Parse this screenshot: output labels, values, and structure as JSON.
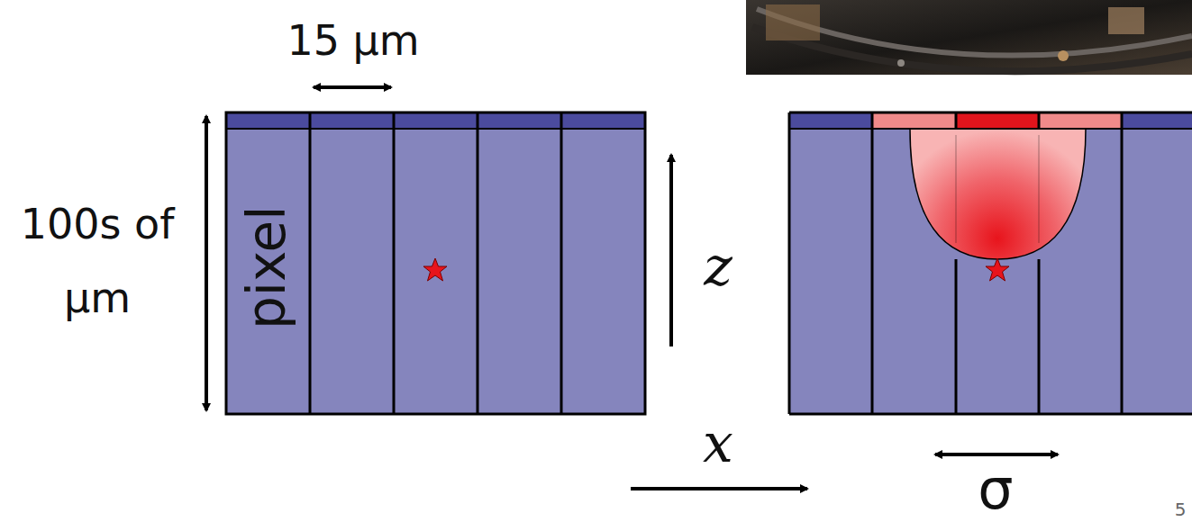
{
  "diagram": {
    "labels": [
      "15 µm",
      "100s of µm",
      "pixel",
      "z",
      "x",
      "σ",
      "5"
    ]
  }
}
